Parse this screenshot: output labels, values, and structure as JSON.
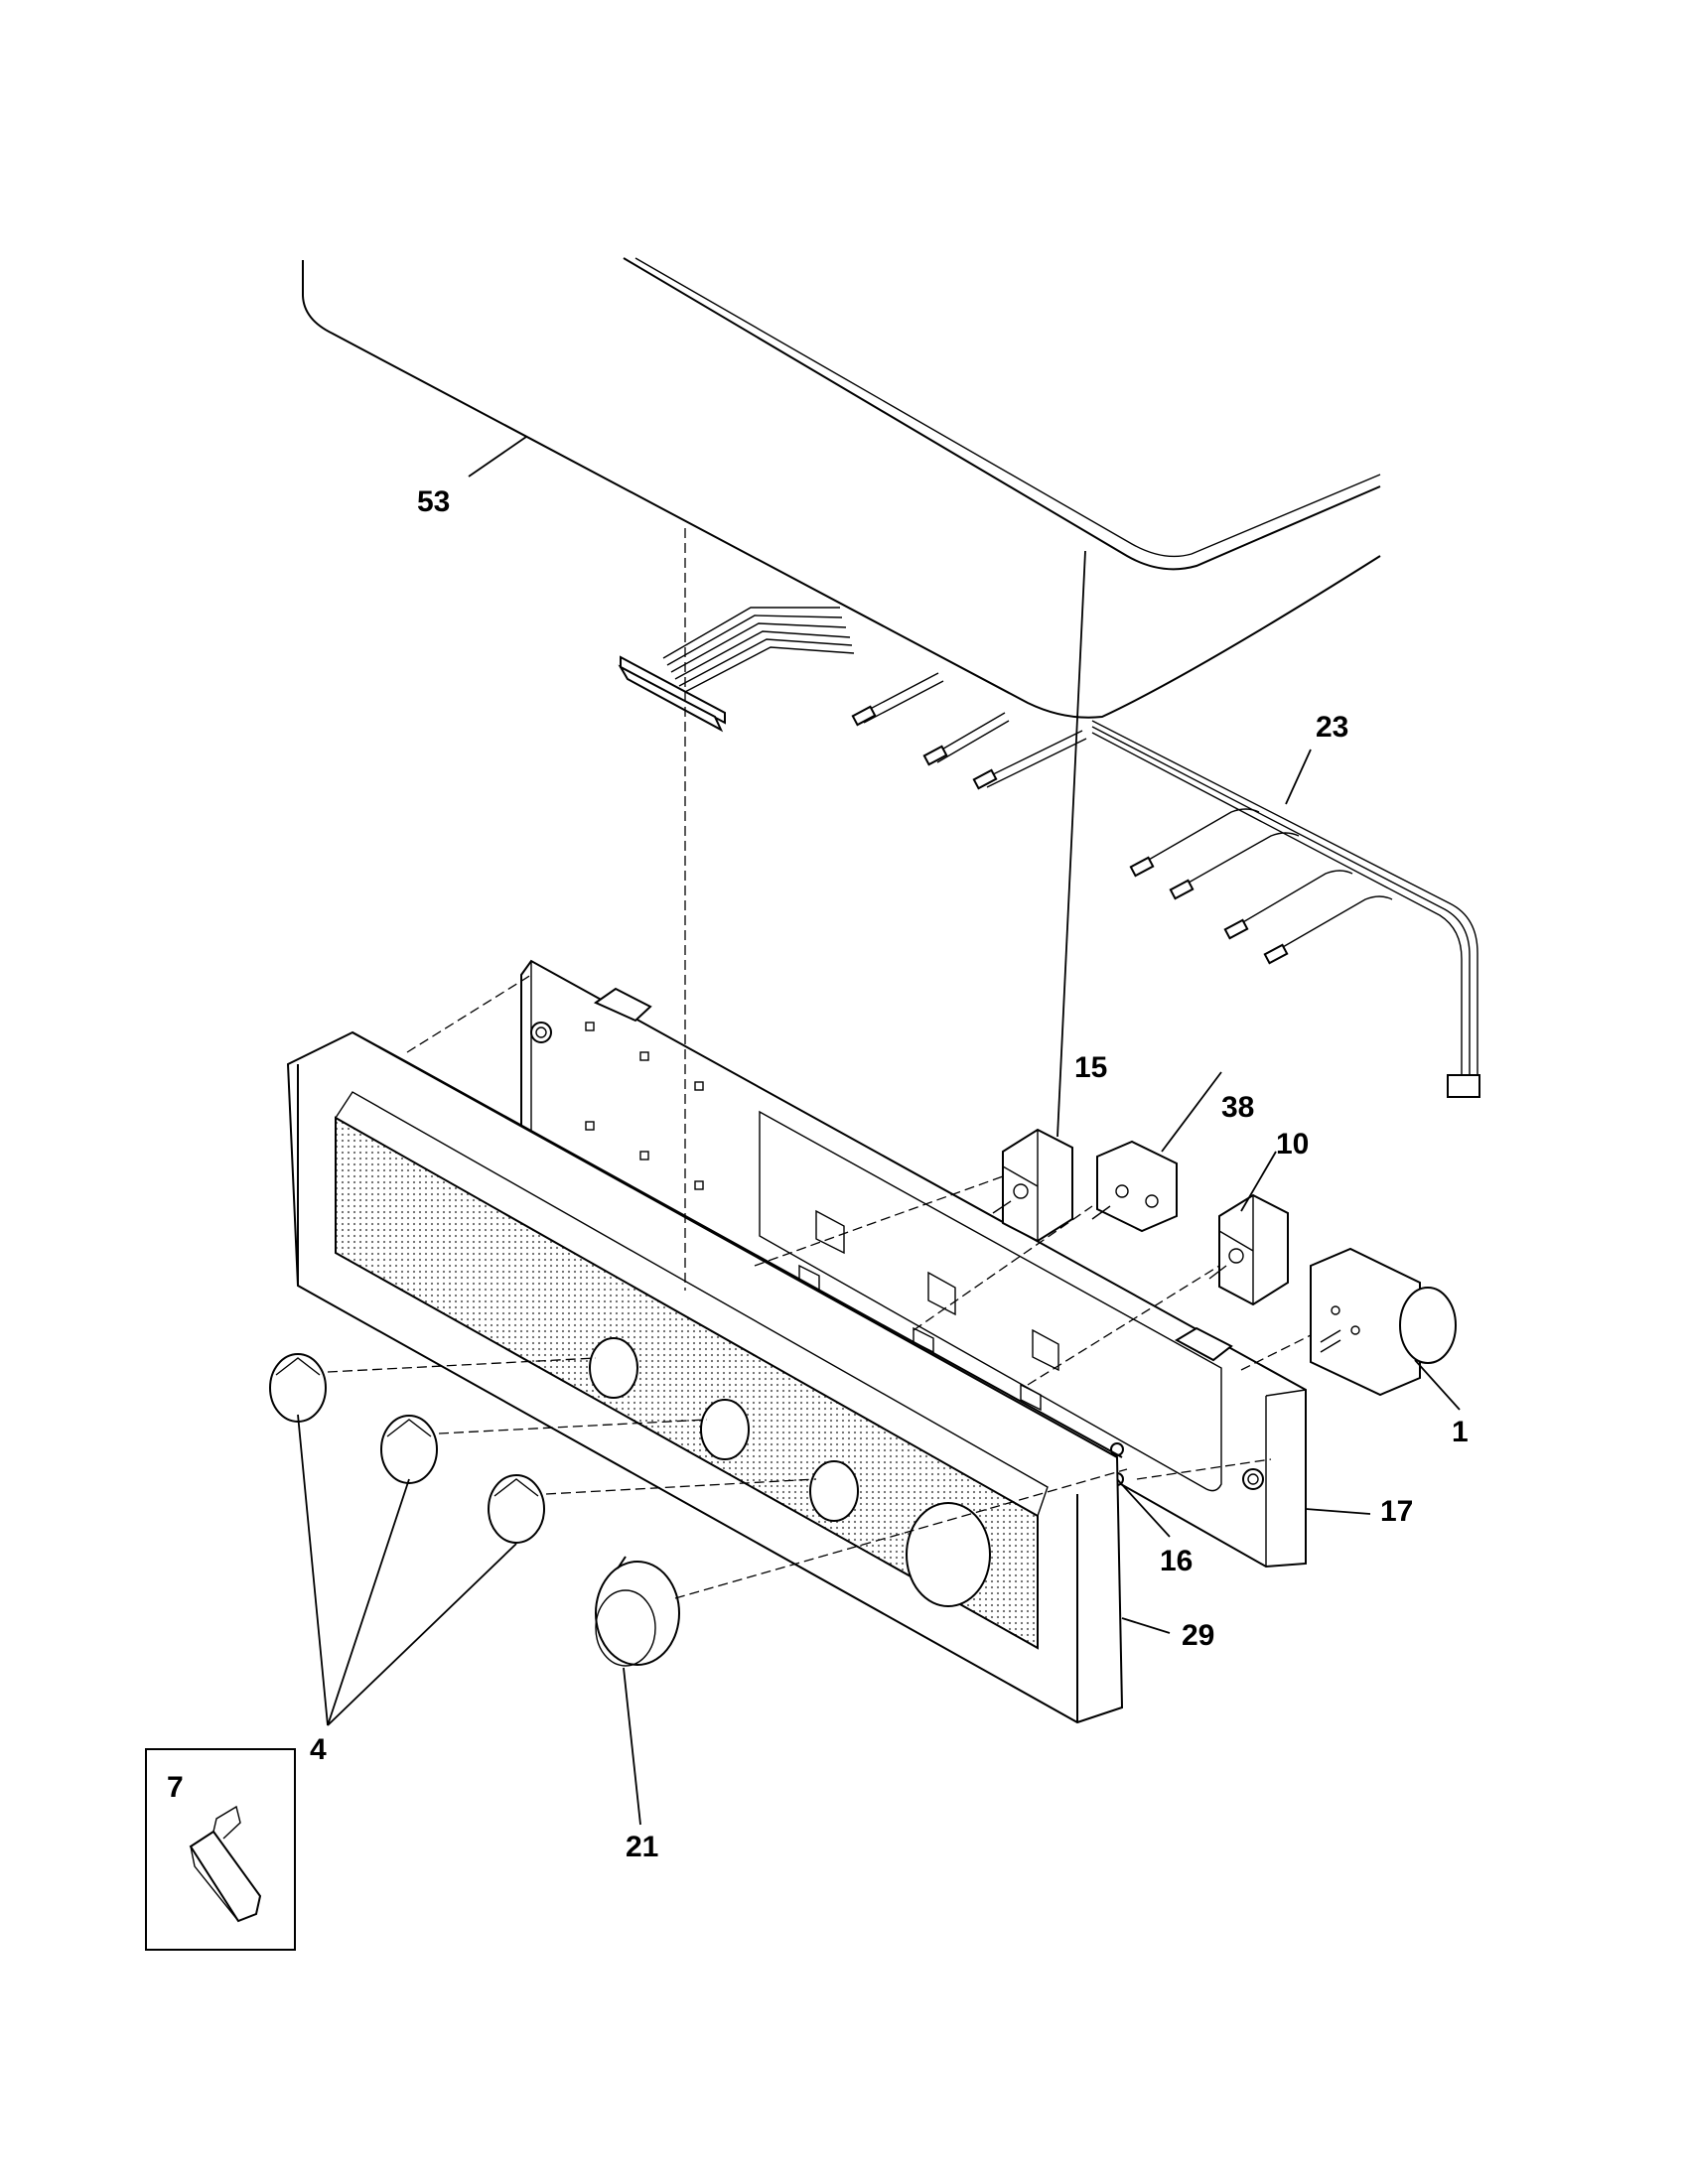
{
  "diagram": {
    "type": "exploded-parts-view",
    "callouts": [
      {
        "id": "53",
        "label": "53"
      },
      {
        "id": "23",
        "label": "23"
      },
      {
        "id": "15",
        "label": "15"
      },
      {
        "id": "38",
        "label": "38"
      },
      {
        "id": "10",
        "label": "10"
      },
      {
        "id": "1",
        "label": "1"
      },
      {
        "id": "17",
        "label": "17"
      },
      {
        "id": "16",
        "label": "16"
      },
      {
        "id": "29",
        "label": "29"
      },
      {
        "id": "4",
        "label": "4"
      },
      {
        "id": "21",
        "label": "21"
      },
      {
        "id": "7",
        "label": "7"
      }
    ]
  }
}
